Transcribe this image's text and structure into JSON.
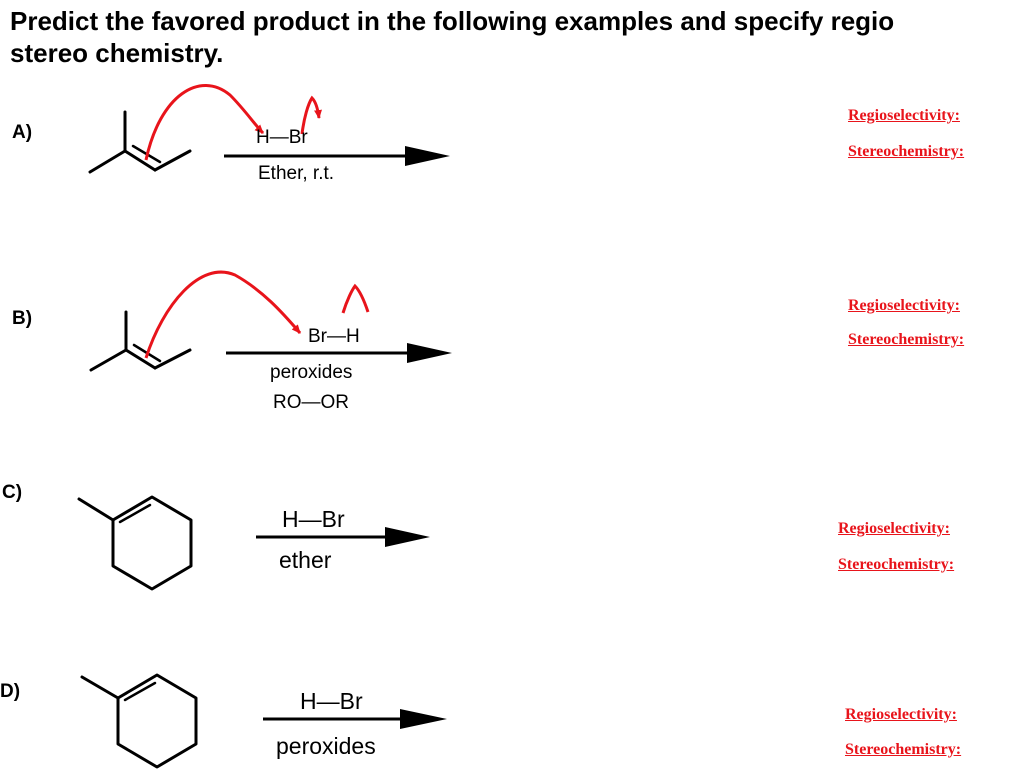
{
  "header": {
    "title_line1": "Predict the favored product in the following examples and specify regio",
    "title_line2": "stereo chemistry."
  },
  "colors": {
    "arrow_red": "#e8141b",
    "answer_red": "#e8141b"
  },
  "problems": [
    {
      "label": "A)",
      "reagent": "H—Br",
      "conditions": [
        "Ether, r.t."
      ],
      "answer_labels": [
        "Regioselectivity:",
        "Stereochemistry:"
      ]
    },
    {
      "label": "B)",
      "reagent": "Br—H",
      "conditions": [
        "peroxides",
        "RO—OR"
      ],
      "answer_labels": [
        "Regioselectivity:",
        "Stereochemistry:"
      ]
    },
    {
      "label": "C)",
      "reagent": "H—Br",
      "conditions": [
        "ether"
      ],
      "answer_labels": [
        "Regioselectivity:",
        "Stereochemistry:"
      ]
    },
    {
      "label": "D)",
      "reagent": "H—Br",
      "conditions": [
        "peroxides"
      ],
      "answer_labels": [
        "Regioselectivity:",
        "Stereochemistry:"
      ]
    }
  ],
  "icons": {
    "A": [
      "trisubstituted-alkene-structure",
      "curved-electron-arrow-icon",
      "reaction-arrow-icon"
    ],
    "B": [
      "trisubstituted-alkene-structure",
      "curved-electron-arrow-icon",
      "reaction-arrow-icon"
    ],
    "C": [
      "methylcyclohexene-structure",
      "reaction-arrow-icon"
    ],
    "D": [
      "methylcyclohexene-structure",
      "reaction-arrow-icon"
    ]
  }
}
